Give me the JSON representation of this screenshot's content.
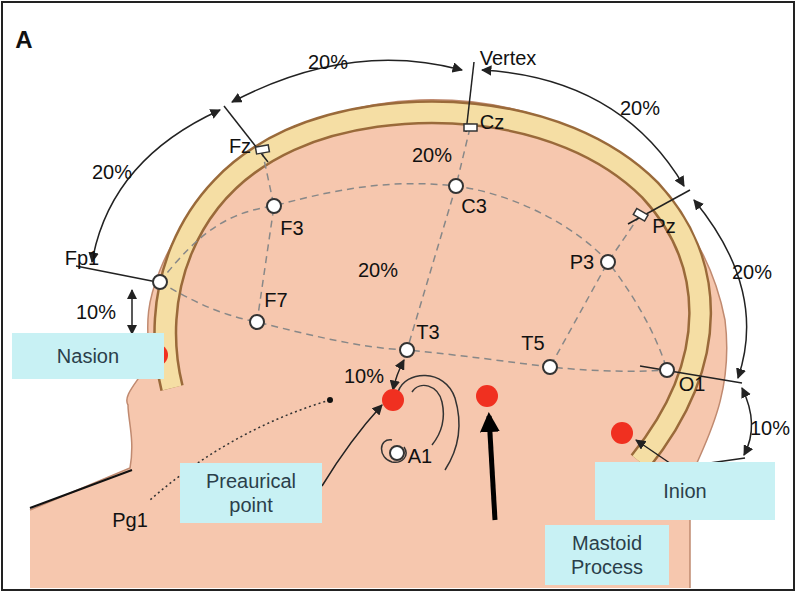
{
  "diagram": {
    "nodes": [
      {
        "text": [
          "Nasion"
        ]
      },
      {
        "text": [
          "Preaurical point"
        ]
      },
      {
        "text": [
          "Mastoid Process"
        ]
      },
      {
        "text": [
          "Inion"
        ]
      }
    ],
    "labels": [
      "A",
      "Vertex",
      "20%",
      "20%",
      "20%",
      "20%",
      "20%",
      "20%",
      "10%",
      "10%",
      "10%",
      "Fz",
      "Cz",
      "Pz",
      "Fp1",
      "F3",
      "C3",
      "P3",
      "F7",
      "T3",
      "T5",
      "O1",
      "A1",
      "Pg1"
    ]
  }
}
